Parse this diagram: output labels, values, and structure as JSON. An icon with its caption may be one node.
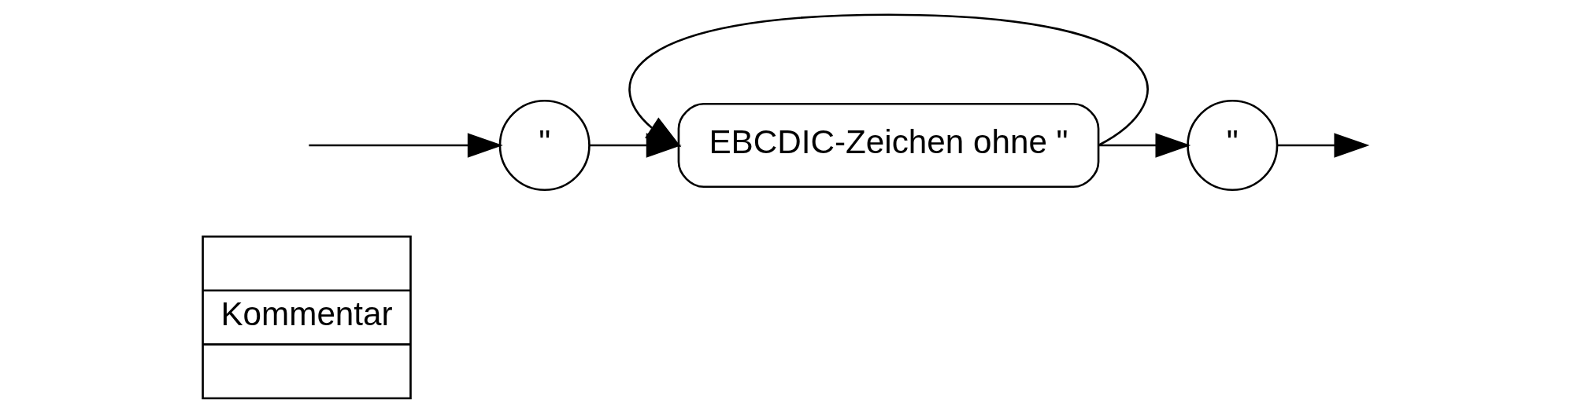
{
  "diagram": {
    "nodes": [
      {
        "text": [
          "Kommentar"
        ]
      },
      {
        "text": [
          "\""
        ]
      },
      {
        "text": [
          "EBCDIC-Zeichen ohne \""
        ]
      },
      {
        "text": [
          "\""
        ]
      }
    ],
    "edges": [
      {
        "from": null,
        "to": 1,
        "arrow": "to"
      },
      {
        "from": 1,
        "to": 2,
        "arrow": "to"
      },
      {
        "from": 2,
        "to": 2,
        "arrow": "to"
      },
      {
        "from": 2,
        "to": 3,
        "arrow": "to"
      },
      {
        "from": 3,
        "to": null,
        "arrow": "to"
      }
    ]
  }
}
